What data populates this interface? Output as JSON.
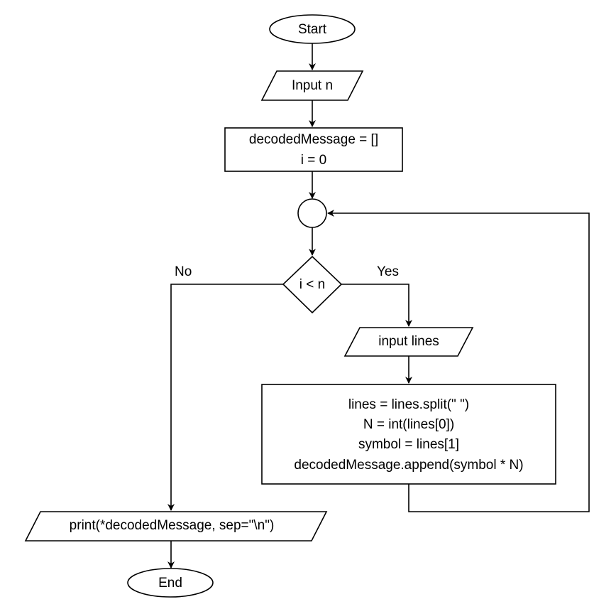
{
  "diagram": {
    "start": "Start",
    "input_n": "Input n",
    "init_line1": "decodedMessage = []",
    "init_line2": "i = 0",
    "condition": "i < n",
    "branch_no": "No",
    "branch_yes": "Yes",
    "input_lines": "input lines",
    "process_line1": "lines = lines.split(\" \")",
    "process_line2": "N = int(lines[0])",
    "process_line3": "symbol = lines[1]",
    "process_line4": "decodedMessage.append(symbol * N)",
    "print": "print(*decodedMessage, sep=\"\\n\")",
    "end": "End"
  },
  "colors": {
    "stroke": "#000000",
    "fill": "#ffffff"
  }
}
